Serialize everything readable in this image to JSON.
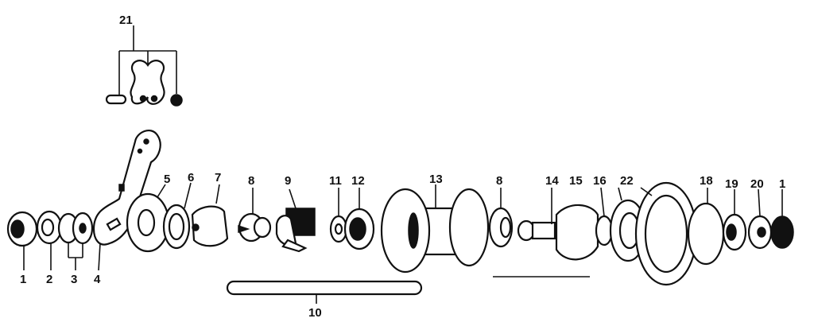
{
  "labels": {
    "p1_left": "1",
    "p2": "2",
    "p3": "3",
    "p4": "4",
    "p5": "5",
    "p6": "6",
    "p7": "7",
    "p8_left": "8",
    "p9": "9",
    "p10": "10",
    "p11": "11",
    "p12": "12",
    "p13": "13",
    "p8_right": "8",
    "p14": "14",
    "p15": "15",
    "p16": "16",
    "p22": "22",
    "p18": "18",
    "p19": "19",
    "p20": "20",
    "p1_right": "1",
    "p21": "21"
  }
}
